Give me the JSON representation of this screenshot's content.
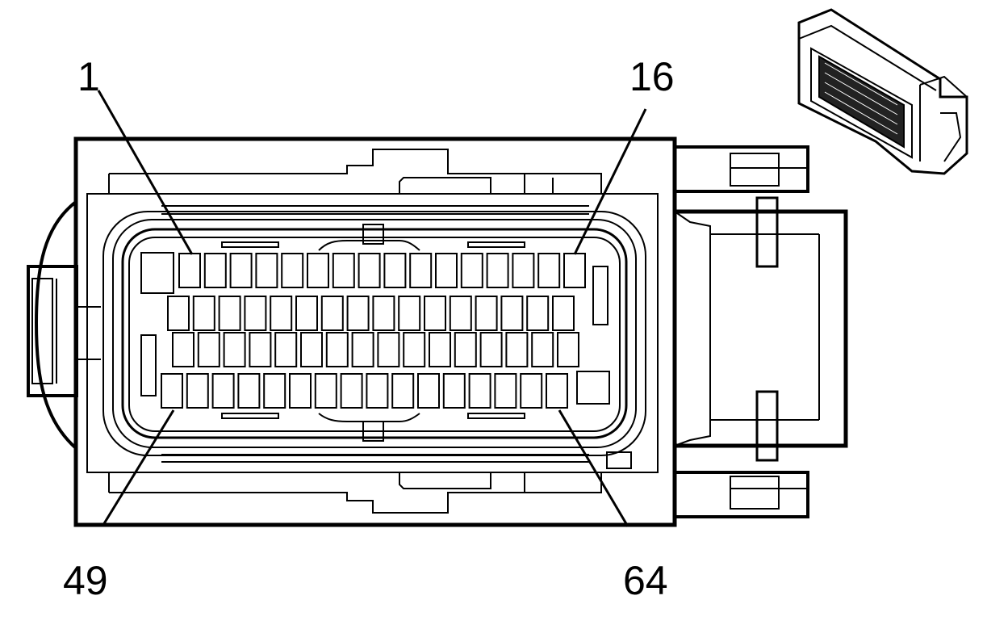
{
  "diagram": {
    "labels": {
      "pin_1": "1",
      "pin_16": "16",
      "pin_49": "49",
      "pin_64": "64"
    },
    "stroke_color": "#000000",
    "fill_color": "#ffffff"
  }
}
